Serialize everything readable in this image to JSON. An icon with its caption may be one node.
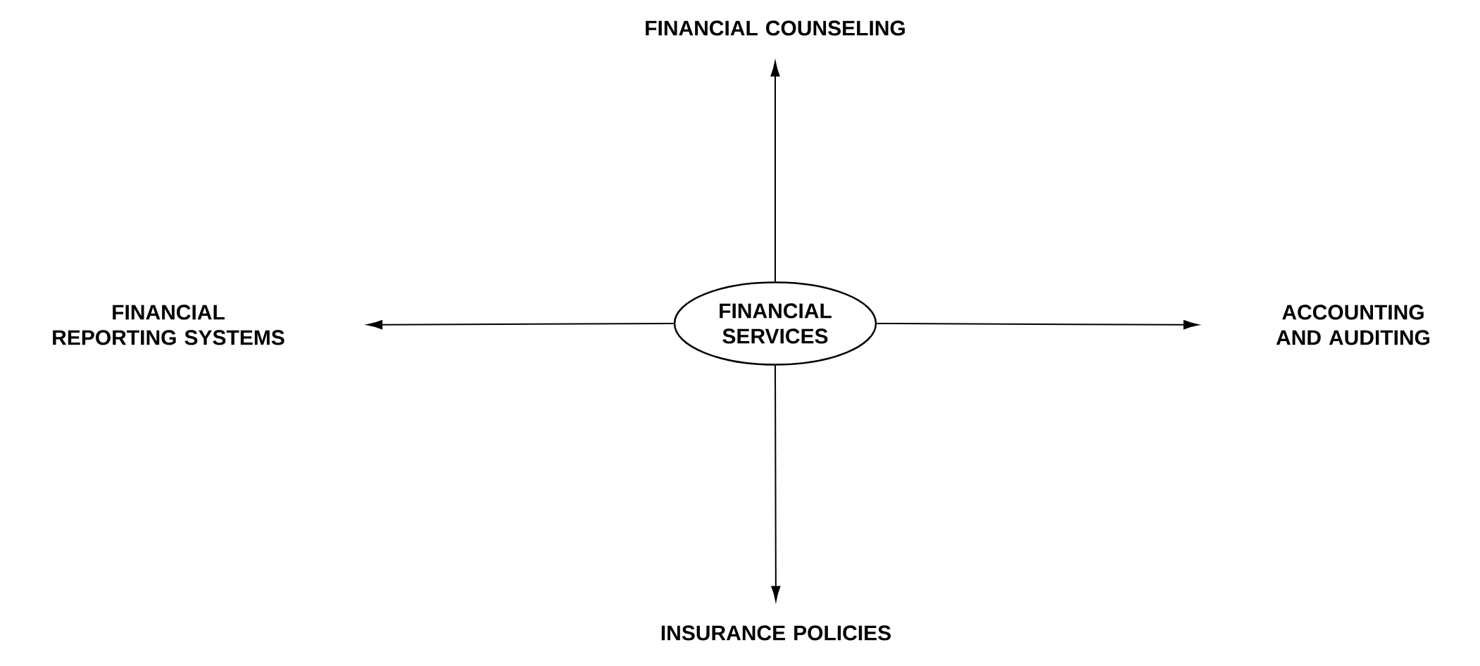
{
  "diagram": {
    "nodes": [
      {
        "text": [
          "FINANCIAL SERVICES"
        ]
      },
      {
        "text": [
          "FINANCIAL COUNSELING"
        ]
      },
      {
        "text": [
          "ACCOUNTING AND AUDITING"
        ]
      },
      {
        "text": [
          "INSURANCE POLICIES"
        ]
      },
      {
        "text": [
          "FINANCIAL REPORTING SYSTEMS"
        ]
      }
    ],
    "edges": [
      {
        "from": 0,
        "to": 1,
        "arrow": "to"
      },
      {
        "from": 0,
        "to": 2,
        "arrow": "to"
      },
      {
        "from": 0,
        "to": 3,
        "arrow": "to"
      },
      {
        "from": 0,
        "to": 4,
        "arrow": "to"
      }
    ]
  }
}
